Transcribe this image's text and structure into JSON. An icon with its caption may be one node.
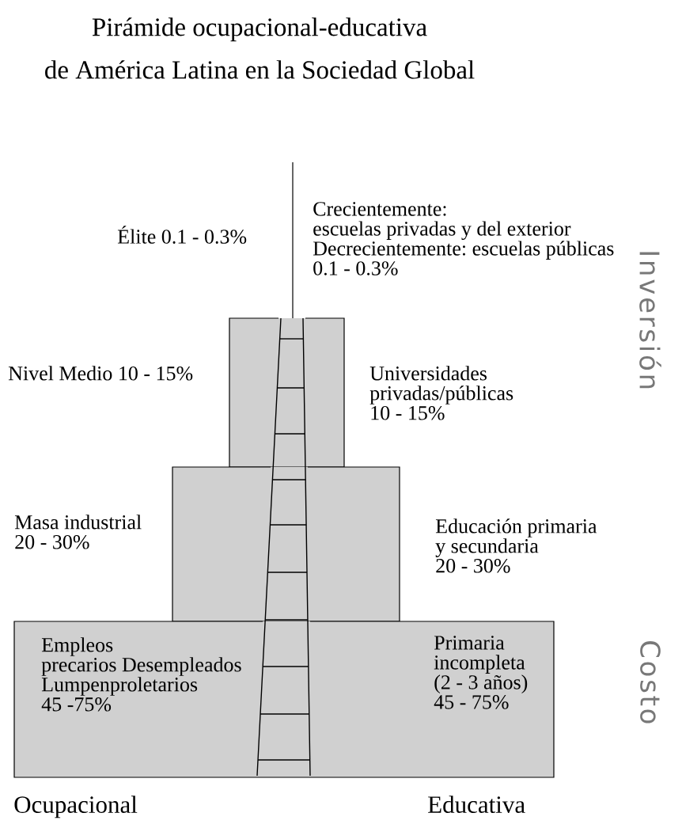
{
  "diagram": {
    "title": "Pirámide ocupacional-educativa de América Latina en la Sociedad Global",
    "nodes": [
      {
        "text": [],
        "shape": "box",
        "beside": [
          "Nivel Medio 10 - 15%",
          "Universidades privadas/públicas 10 - 15%"
        ]
      },
      {
        "text": [],
        "shape": "box",
        "beside": [
          "Masa industrial 20 - 30%",
          "Educación primaria y secundaria 20 - 30%"
        ]
      },
      {
        "text": [
          "Empleos precarios Desempleados Lumpenproletarios 45 -75%",
          "Primaria incompleta (2 - 3 años) 45 - 75%"
        ]
      }
    ],
    "labels": [
      "Élite 0.1 - 0.3%",
      "Crecientemente: escuelas privadas y del exterior Decrecientemente: escuelas públicas 0.1 - 0.3%",
      "Inversión",
      "Costo",
      "Ocupacional",
      "Educativa"
    ]
  }
}
